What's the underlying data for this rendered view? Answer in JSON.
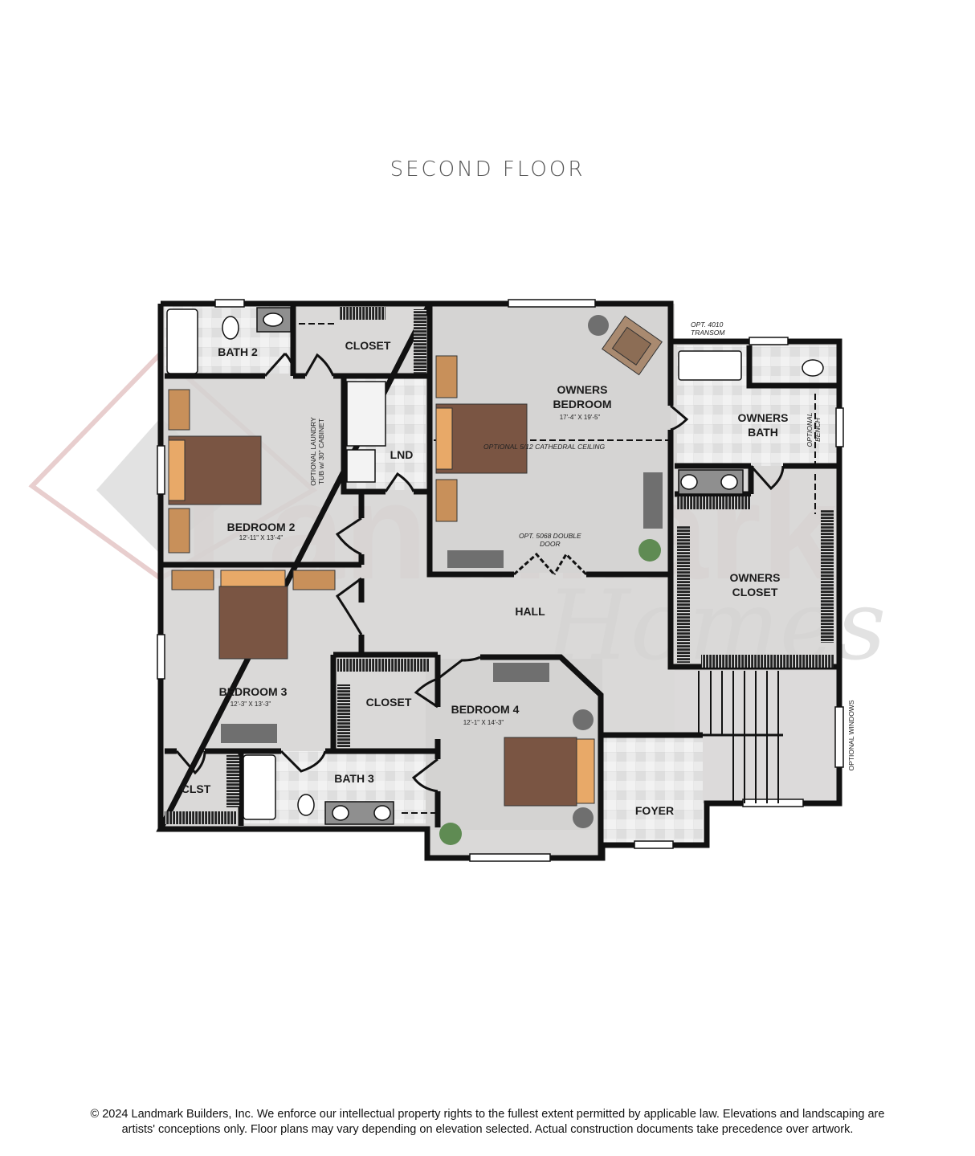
{
  "title": "SECOND FLOOR",
  "watermark": {
    "line1": "Landmark",
    "line2": "Homes",
    "color_primary": "#e3c9c9",
    "color_secondary": "#c8c8c8"
  },
  "rooms": [
    {
      "id": "bath2",
      "label": "BATH 2",
      "dims": ""
    },
    {
      "id": "closet-upper",
      "label": "CLOSET",
      "dims": ""
    },
    {
      "id": "lnd",
      "label": "LND",
      "dims": ""
    },
    {
      "id": "bedroom2",
      "label": "BEDROOM 2",
      "dims": "12'-11\" X 13'-4\""
    },
    {
      "id": "owners-bedroom",
      "label": "OWNERS\nBEDROOM",
      "line1": "OWNERS",
      "line2": "BEDROOM",
      "dims": "17'-4\" X 19'-5\""
    },
    {
      "id": "owners-bath",
      "label": "OWNERS BATH",
      "line1": "OWNERS",
      "line2": "BATH",
      "dims": ""
    },
    {
      "id": "owners-closet",
      "label": "OWNERS CLOSET",
      "line1": "OWNERS",
      "line2": "CLOSET",
      "dims": ""
    },
    {
      "id": "hall",
      "label": "HALL",
      "dims": ""
    },
    {
      "id": "bedroom3",
      "label": "BEDROOM 3",
      "dims": "12'-3\" X 13'-3\""
    },
    {
      "id": "closet-lower",
      "label": "CLOSET",
      "dims": ""
    },
    {
      "id": "bedroom4",
      "label": "BEDROOM 4",
      "dims": "12'-1\" X 14'-3\""
    },
    {
      "id": "clst",
      "label": "CLST",
      "dims": ""
    },
    {
      "id": "bath3",
      "label": "BATH 3",
      "dims": ""
    },
    {
      "id": "foyer",
      "label": "FOYER",
      "dims": ""
    }
  ],
  "notes": {
    "laundry": {
      "line1": "OPTIONAL LAUNDRY",
      "line2": "TUB w/ 30\" CABINET"
    },
    "cathedral": "OPTIONAL 5/12  CATHEDRAL CEILING",
    "transom": {
      "line1": "OPT. 4010",
      "line2": "TRANSOM"
    },
    "bench": {
      "line1": "OPTIONAL",
      "line2": "BENCH"
    },
    "double_door": {
      "line1": "OPT. 5068 DOUBLE",
      "line2": "DOOR"
    },
    "windows": "OPTIONAL WINDOWS"
  },
  "colors": {
    "wall": "#111111",
    "carpet": "#d4d2d1",
    "tile": "#e6e6e6",
    "bed": "#7a5543",
    "pillow": "#e8a968",
    "nightstand": "#c8905a",
    "dresser": "#6f6f6f"
  },
  "footer": {
    "line1": "© 2024 Landmark Builders, Inc. We enforce our intellectual property rights to the fullest extent permitted by applicable law. Elevations and landscaping are",
    "line2": "artists' conceptions only. Floor plans may vary depending on elevation selected. Actual construction documents take precedence over artwork."
  }
}
